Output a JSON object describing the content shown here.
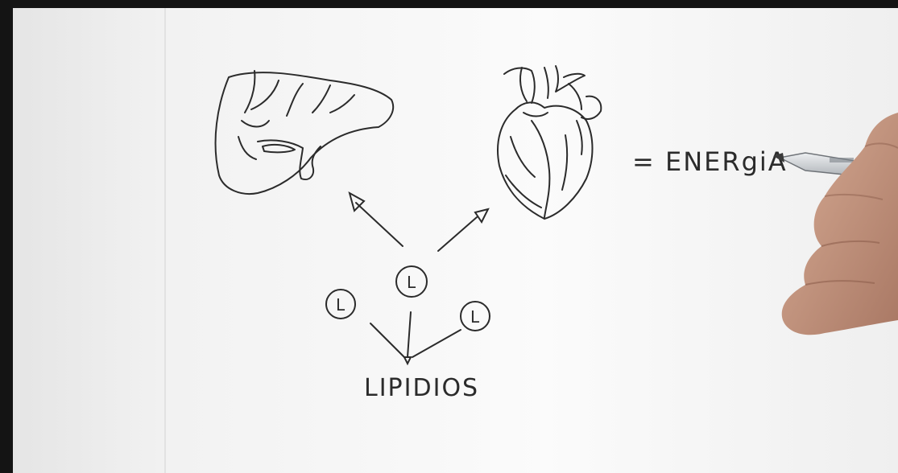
{
  "scene": {
    "energy_label": "= ENERgiA",
    "lipids_label": "LIPIDIOS",
    "molecule_letter": "L",
    "colors": {
      "paper": "#f7f7f7",
      "paper_shadow": "#e8e8e8",
      "ink": "#2b2b2b",
      "skin": "#c89a84",
      "pen_barrel": "#d9dcdf"
    },
    "icons": [
      "liver-drawing",
      "heart-drawing",
      "arrow-up-left",
      "arrow-up-right",
      "lipid-molecule",
      "pen",
      "hand"
    ]
  }
}
